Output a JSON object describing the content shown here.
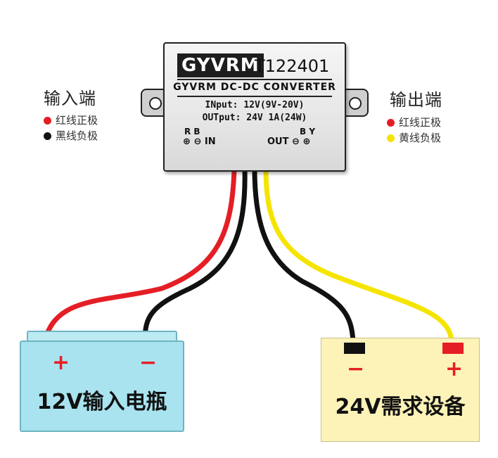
{
  "input_side": {
    "title": "输入端",
    "legend": [
      {
        "color": "#e51e25",
        "text": "红线正极"
      },
      {
        "color": "#111111",
        "text": "黑线负极"
      }
    ]
  },
  "output_side": {
    "title": "输出端",
    "legend": [
      {
        "color": "#e51e25",
        "text": "红线正极"
      },
      {
        "color": "#f5e400",
        "text": "黄线负极"
      }
    ]
  },
  "converter": {
    "brand": "GYVRM",
    "model": "T122401",
    "subtitle": "GYVRM  DC-DC  CONVERTER",
    "input_spec": "INput: 12V(9V-20V)",
    "output_spec": "OUTput: 24V 1A(24W)",
    "pin_left": "R  B",
    "pin_right": "B  Y",
    "in_label": "IN",
    "out_label": "OUT"
  },
  "battery": {
    "label": "12V输入电瓶",
    "plus": "+",
    "minus": "−"
  },
  "device": {
    "label": "24V需求设备",
    "plus": "+",
    "minus": "−"
  },
  "colors": {
    "red_wire": "#e51e25",
    "black_wire": "#111111",
    "yellow_wire": "#f5e400"
  }
}
